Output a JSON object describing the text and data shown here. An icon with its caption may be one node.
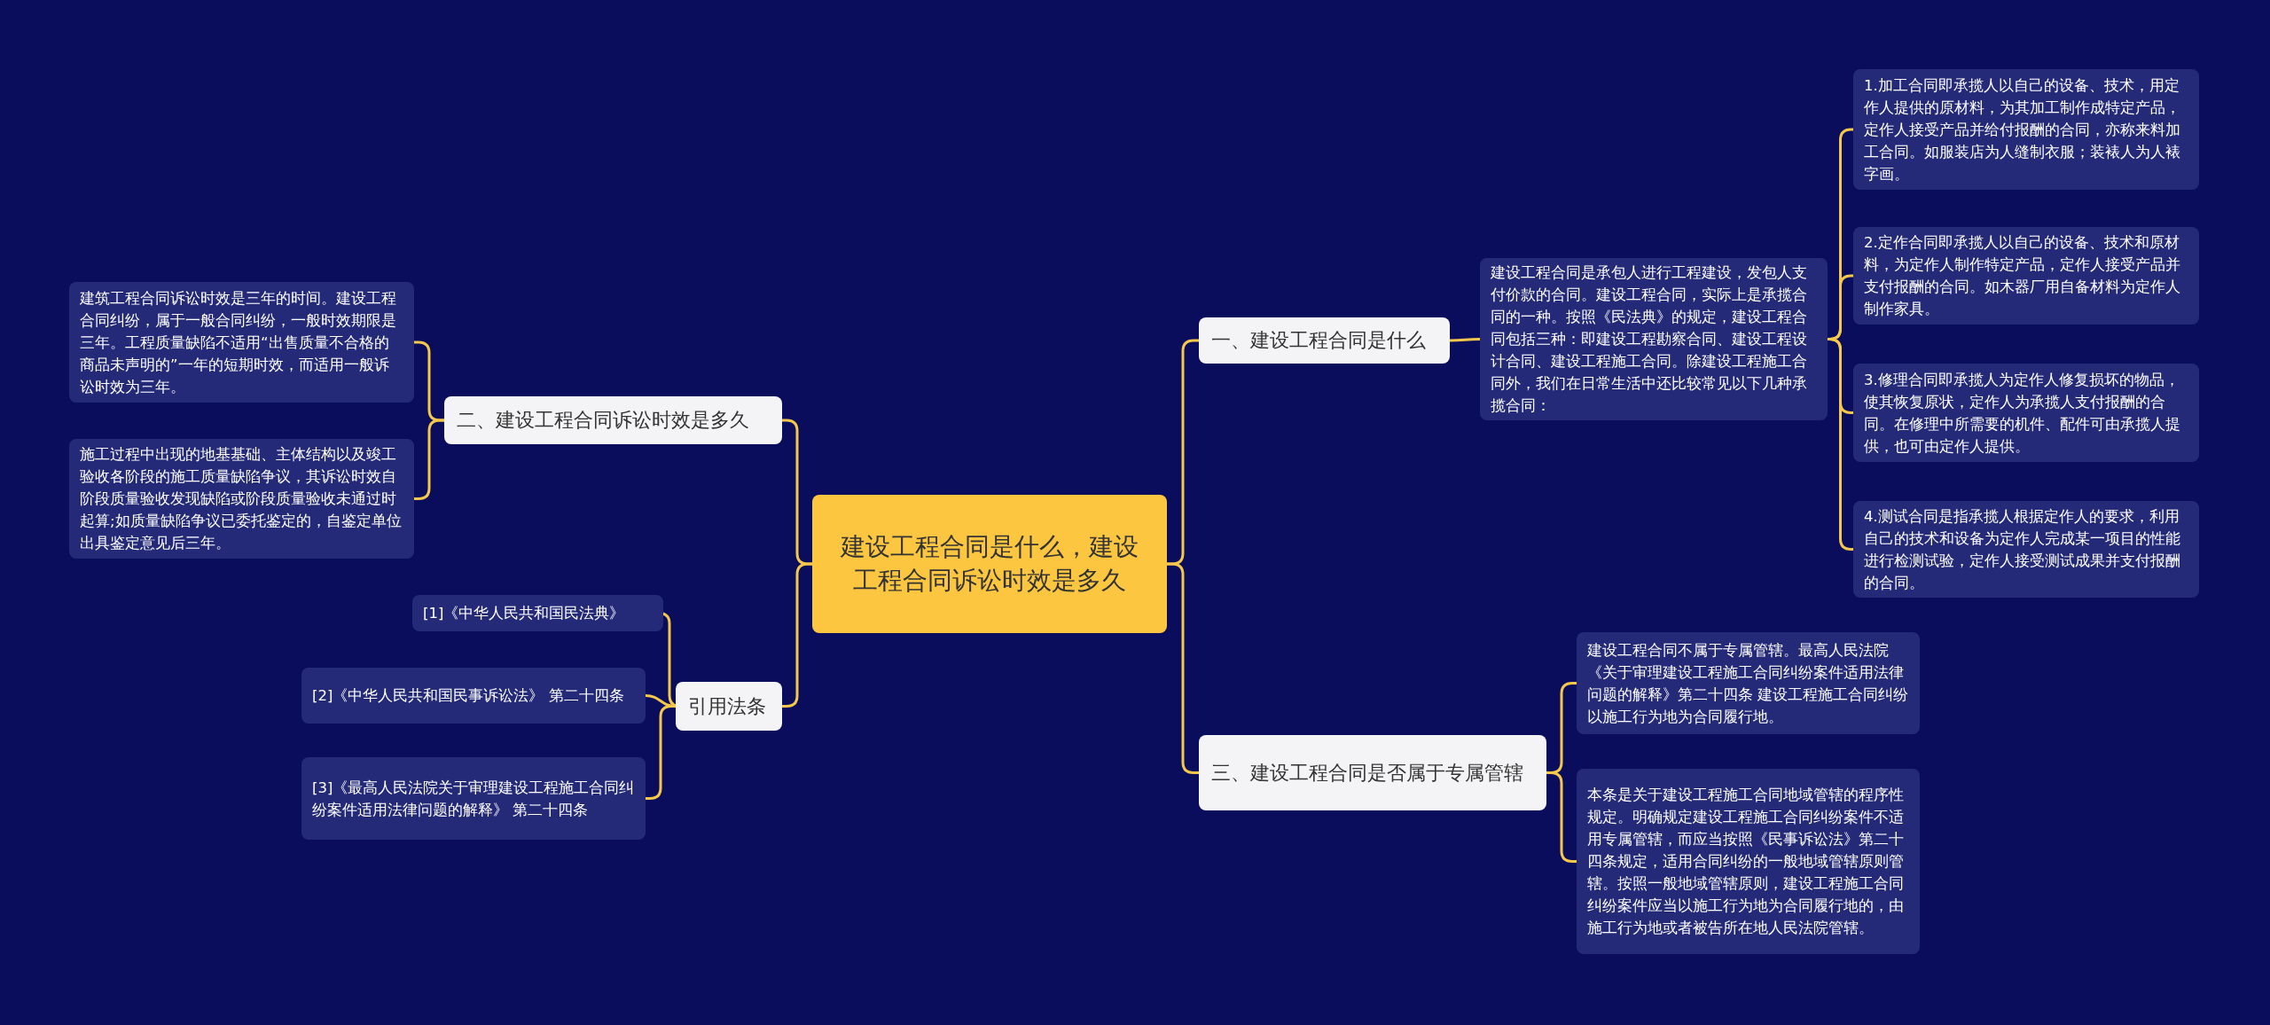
{
  "diagram": {
    "nodes": [
      {
        "text": [
          "建设工程合同是什么，建设工程合同诉讼时效是多久"
        ]
      },
      {
        "text": [
          "一、建设工程合同是什么"
        ]
      },
      {
        "text": [
          "建设工程合同是承包人进行工程建设，发包人支付价款的合同。建设工程合同，实际上是承揽合同的一种。按照《民法典》的规定，建设工程合同包括三种：即建设工程勘察合同、建设工程设计合同、建设工程施工合同。除建设工程施工合同外，我们在日常生活中还比较常见以下几种承揽合同："
        ]
      },
      {
        "text": [
          "1.加工合同即承揽人以自己的设备、技术，用定作人提供的原材料，为其加工制作成特定产品，定作人接受产品并给付报酬的合同，亦称来料加工合同。如服装店为人缝制衣服；装裱人为人裱字画。"
        ]
      },
      {
        "text": [
          "2.定作合同即承揽人以自己的设备、技术和原材料，为定作人制作特定产品，定作人接受产品并支付报酬的合同。如木器厂用自备材料为定作人制作家具。"
        ]
      },
      {
        "text": [
          "3.修理合同即承揽人为定作人修复损坏的物品，使其恢复原状，定作人为承揽人支付报酬的合同。在修理中所需要的机件、配件可由承揽人提供，也可由定作人提供。"
        ]
      },
      {
        "text": [
          "4.测试合同是指承揽人根据定作人的要求，利用自己的技术和设备为定作人完成某一项目的性能进行检测试验，定作人接受测试成果并支付报酬的合同。"
        ]
      },
      {
        "text": [
          "二、建设工程合同诉讼时效是多久"
        ]
      },
      {
        "text": [
          "建筑工程合同诉讼时效是三年的时间。建设工程合同纠纷，属于一般合同纠纷，一般时效期限是三年。工程质量缺陷不适用“出售质量不合格的商品未声明的”一年的短期时效，而适用一般诉讼时效为三年。"
        ]
      },
      {
        "text": [
          "施工过程中出现的地基基础、主体结构以及竣工验收各阶段的施工质量缺陷争议，其诉讼时效自阶段质量验收发现缺陷或阶段质量验收未通过时起算;如质量缺陷争议已委托鉴定的，自鉴定单位出具鉴定意见后三年。"
        ]
      },
      {
        "text": [
          "引用法条"
        ]
      },
      {
        "text": [
          "[1]《中华人民共和国民法典》"
        ]
      },
      {
        "text": [
          "[2]《中华人民共和国民事诉讼法》 第二十四条"
        ]
      },
      {
        "text": [
          "[3]《最高人民法院关于审理建设工程施工合同纠纷案件适用法律问题的解释》 第二十四条"
        ]
      },
      {
        "text": [
          "三、建设工程合同是否属于专属管辖"
        ]
      },
      {
        "text": [
          "建设工程合同不属于专属管辖。最高人民法院《关于审理建设工程施工合同纠纷案件适用法律问题的解释》第二十四条 建设工程施工合同纠纷以施工行为地为合同履行地。"
        ]
      },
      {
        "text": [
          "本条是关于建设工程施工合同地域管辖的程序性规定。明确规定建设工程施工合同纠纷案件不适用专属管辖，而应当按照《民事诉讼法》第二十四条规定，适用合同纠纷的一般地域管辖原则管辖。按照一般地域管辖原则，建设工程施工合同纠纷案件应当以施工行为地为合同履行地的，由施工行为地或者被告所在地人民法院管辖。"
        ]
      }
    ],
    "edges": [
      {
        "from": 0,
        "to": 1,
        "arrow": "none"
      },
      {
        "from": 1,
        "to": 2,
        "arrow": "none"
      },
      {
        "from": 2,
        "to": 3,
        "arrow": "none"
      },
      {
        "from": 2,
        "to": 4,
        "arrow": "none"
      },
      {
        "from": 2,
        "to": 5,
        "arrow": "none"
      },
      {
        "from": 2,
        "to": 6,
        "arrow": "none"
      },
      {
        "from": 0,
        "to": 7,
        "arrow": "none"
      },
      {
        "from": 7,
        "to": 8,
        "arrow": "none"
      },
      {
        "from": 7,
        "to": 9,
        "arrow": "none"
      },
      {
        "from": 0,
        "to": 10,
        "arrow": "none"
      },
      {
        "from": 10,
        "to": 11,
        "arrow": "none"
      },
      {
        "from": 10,
        "to": 12,
        "arrow": "none"
      },
      {
        "from": 10,
        "to": 13,
        "arrow": "none"
      },
      {
        "from": 0,
        "to": 14,
        "arrow": "none"
      },
      {
        "from": 14,
        "to": 15,
        "arrow": "none"
      },
      {
        "from": 14,
        "to": 16,
        "arrow": "none"
      }
    ]
  }
}
